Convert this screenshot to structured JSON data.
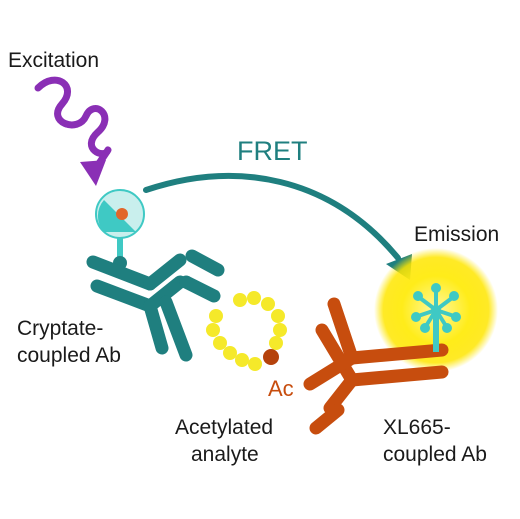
{
  "labels": {
    "excitation": "Excitation",
    "fret": "FRET",
    "emission": "Emission",
    "cryptate_line1": "Cryptate-",
    "cryptate_line2": "coupled Ab",
    "analyte_line1": "Acetylated",
    "analyte_line2": "analyte",
    "ac": "Ac",
    "xl665_line1": "XL665-",
    "xl665_line2": "coupled Ab"
  },
  "colors": {
    "teal": "#1f7f7f",
    "teal_light": "#3fc9c4",
    "orange": "#c74d0e",
    "purple": "#8a2fb5",
    "yellow": "#f5e92a",
    "glow": "#ffe600",
    "text": "#1a1a1a"
  }
}
